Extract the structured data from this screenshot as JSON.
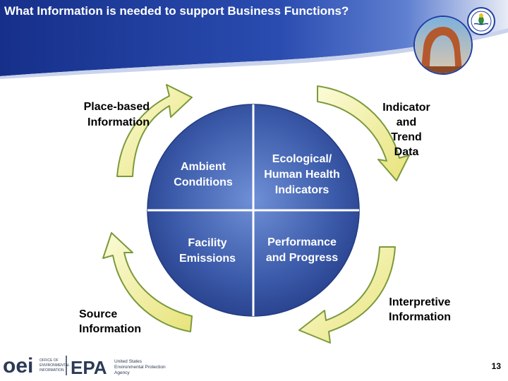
{
  "slide": {
    "title": "What Information is needed to support Business Functions?",
    "page_number": "13"
  },
  "cycle": {
    "quadrants": {
      "top_left": "Ambient\nConditions",
      "top_right": "Ecological/\nHuman Health\nIndicators",
      "bottom_left": "Facility\nEmissions",
      "bottom_right": "Performance\nand Progress"
    },
    "outer_labels": {
      "place_based": "Place-based\nInformation",
      "indicator_trend": "Indicator\nand\nTrend\nData",
      "source": "Source\nInformation",
      "interpretive": "Interpretive\nInformation"
    }
  },
  "footer": {
    "oei_logo_text": "oei",
    "oei_caption": "OFFICE OF\nENVIRONMENTAL\nINFORMATION",
    "epa_logo_text": "EPA",
    "epa_caption": "United States\nEnvironmental Protection\nAgency"
  },
  "colors": {
    "header_blue": "#1f3fa0",
    "circle_blue": "#3b5aa9",
    "arrow_yellow": "#f4f1a0",
    "arrow_green": "#7a9a3c"
  },
  "icons": {
    "seal": "epa-seal-icon",
    "arch_photo": "arch-photo-icon"
  }
}
